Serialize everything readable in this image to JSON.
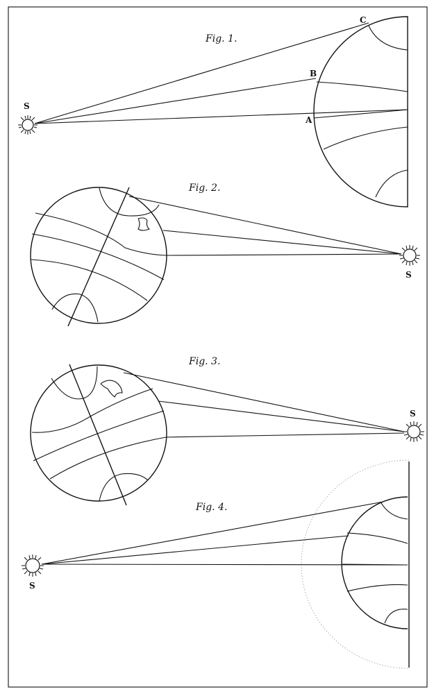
{
  "figures": [
    {
      "label": "Fig. 1.",
      "sun_label": "S",
      "points": [
        "A",
        "B",
        "C"
      ]
    },
    {
      "label": "Fig. 2.",
      "sun_label": "S"
    },
    {
      "label": "Fig. 3.",
      "sun_label": "S"
    },
    {
      "label": "Fig. 4.",
      "sun_label": "S"
    }
  ]
}
